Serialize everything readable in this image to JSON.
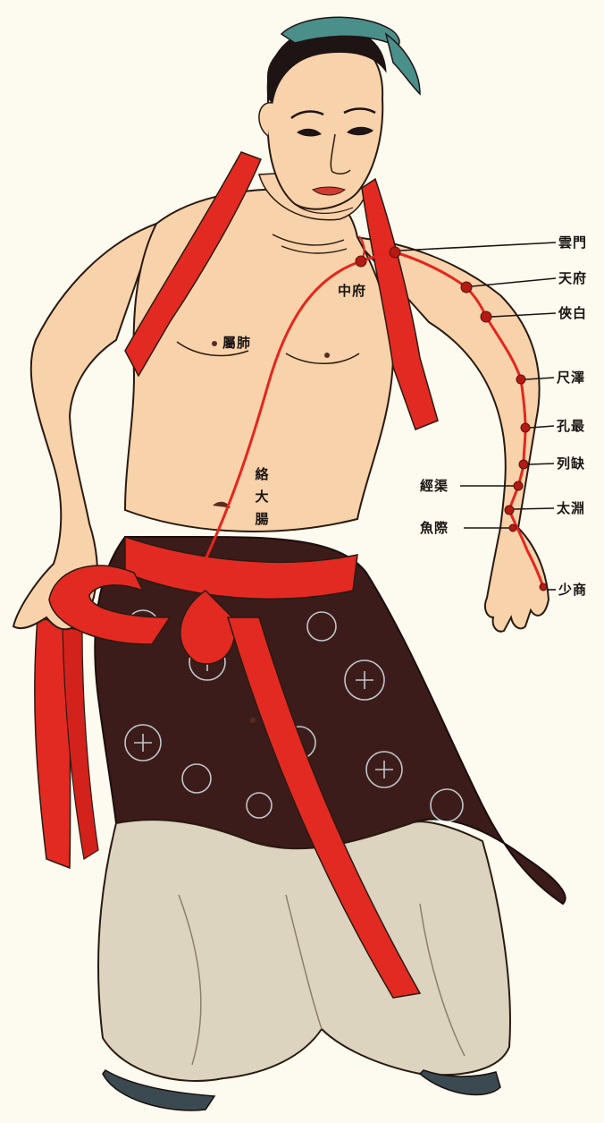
{
  "colors": {
    "skin": "#f8d2aa",
    "outline": "#2a1a10",
    "meridian": "#e5261e",
    "sash": "#e32a22",
    "robe": "#3c1c1a",
    "robe_pattern": "#d8e4ea",
    "trousers": "#ddd4c0",
    "hair_band": "#4a8f8a",
    "background": "#fdfaf0"
  },
  "labels": {
    "yunmen": "雲門",
    "tianfu": "天府",
    "xiabai": "俠白",
    "chize": "尺澤",
    "kongzui": "孔最",
    "lieque": "列缺",
    "jingqu": "經渠",
    "taiyuan": "太淵",
    "yuji": "魚際",
    "shaoshang": "少商",
    "zhongfu": "中府",
    "shufei": "屬肺",
    "luodachang": "絡大腸"
  }
}
